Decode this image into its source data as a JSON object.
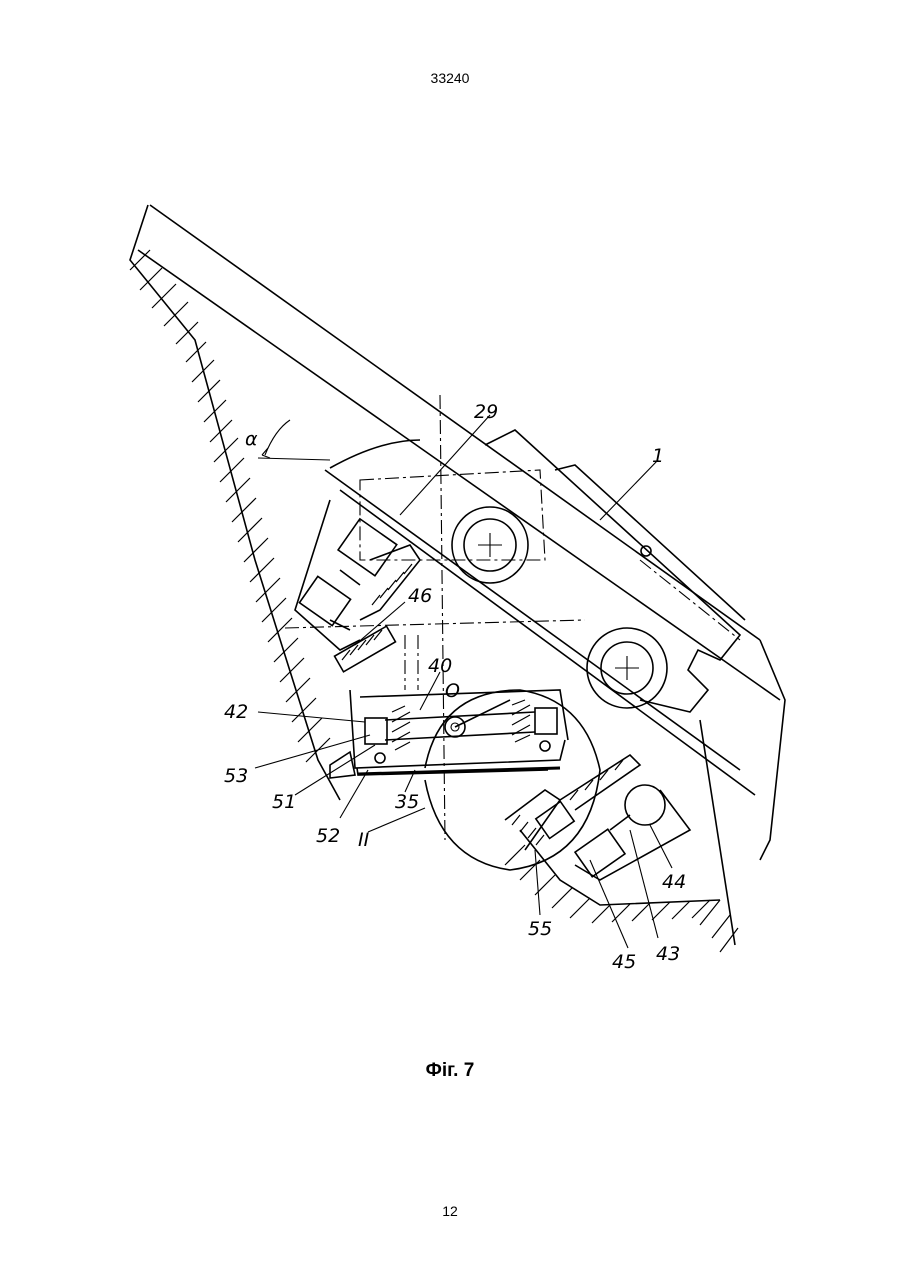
{
  "header": {
    "doc_number": "33240"
  },
  "figure": {
    "labels": {
      "l1": "1",
      "l29": "29",
      "l46": "46",
      "l40": "40",
      "lO": "O",
      "l42": "42",
      "l53": "53",
      "l51": "51",
      "l52": "52",
      "l35": "35",
      "lII": "II",
      "l55": "55",
      "l45": "45",
      "l43": "43",
      "l44": "44",
      "lalpha": "α"
    }
  },
  "caption": {
    "text": "Фіг. 7"
  },
  "footer": {
    "page_number": "12"
  }
}
